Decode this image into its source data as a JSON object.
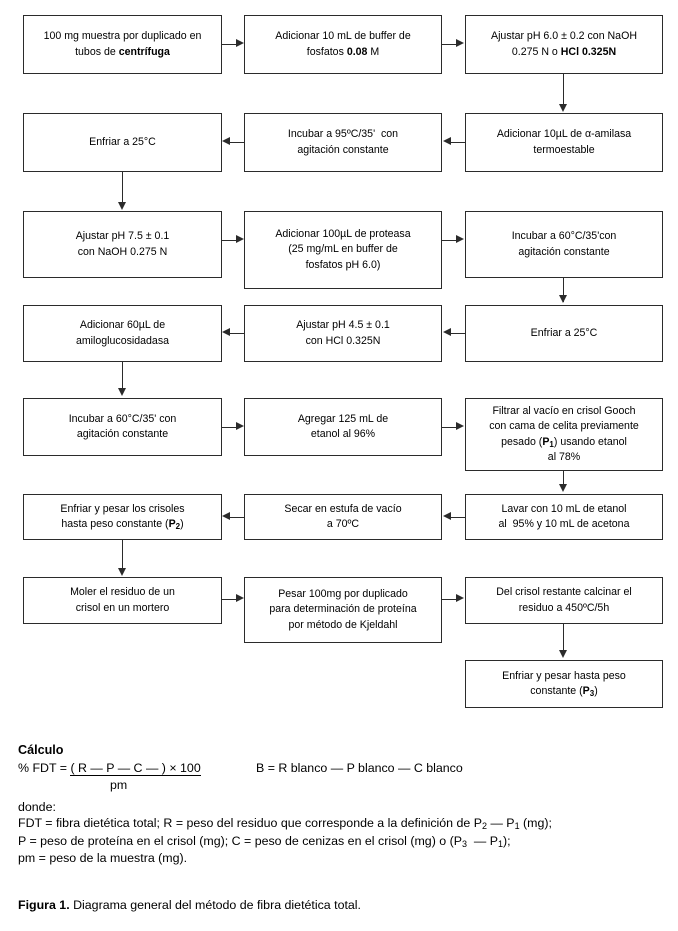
{
  "figure": {
    "caption_label": "Figura 1.",
    "caption_text": " Diagrama general del método de fibra dietética total."
  },
  "flowchart": {
    "type": "process-flowchart",
    "layout": "serpentine 3-column",
    "box_border_color": "#2b2b2b",
    "background_color": "#ffffff",
    "nodes": [
      {
        "id": "n1",
        "row": 1,
        "col": 1,
        "text": "100 mg muestra por duplicado en tubos de centrífuga",
        "bold_parts": [
          "centrífuga"
        ]
      },
      {
        "id": "n2",
        "row": 1,
        "col": 2,
        "text": "Adicionar 10 mL de buffer de fosfatos 0.08 M",
        "bold_parts": [
          "0.08"
        ]
      },
      {
        "id": "n3",
        "row": 1,
        "col": 3,
        "text": "Ajustar pH 6.0 ± 0.2 con NaOH 0.275 N o HCl 0.325N",
        "bold_parts": [
          "HCl 0.325N"
        ]
      },
      {
        "id": "n4",
        "row": 2,
        "col": 3,
        "text": "Adicionar 10µL de α-amilasa termoestable",
        "bold_parts": []
      },
      {
        "id": "n5",
        "row": 2,
        "col": 2,
        "text": "Incubar a 95ºC/35' con agitación constante",
        "bold_parts": []
      },
      {
        "id": "n6",
        "row": 2,
        "col": 1,
        "text": "Enfriar a 25°C",
        "bold_parts": []
      },
      {
        "id": "n7",
        "row": 3,
        "col": 1,
        "text": "Ajustar pH 7.5 ± 0.1 con NaOH 0.275 N",
        "bold_parts": []
      },
      {
        "id": "n8",
        "row": 3,
        "col": 2,
        "text": "Adicionar 100µL de proteasa (25 mg/mL en buffer de fosfatos pH 6.0)",
        "bold_parts": []
      },
      {
        "id": "n9",
        "row": 3,
        "col": 3,
        "text": "Incubar a 60°C/35'con agitación constante",
        "bold_parts": []
      },
      {
        "id": "n10",
        "row": 4,
        "col": 3,
        "text": "Enfriar a 25°C",
        "bold_parts": []
      },
      {
        "id": "n11",
        "row": 4,
        "col": 2,
        "text": "Ajustar pH 4.5 ± 0.1 con HCl 0.325N",
        "bold_parts": []
      },
      {
        "id": "n12",
        "row": 4,
        "col": 1,
        "text": "Adicionar 60µL de amiloglucosidadasa",
        "bold_parts": []
      },
      {
        "id": "n13",
        "row": 5,
        "col": 1,
        "text": "Incubar a 60°C/35' con agitación constante",
        "bold_parts": []
      },
      {
        "id": "n14",
        "row": 5,
        "col": 2,
        "text": "Agregar 125 mL de etanol al 96%",
        "bold_parts": []
      },
      {
        "id": "n15",
        "row": 5,
        "col": 3,
        "text": "Filtrar al vacío en crisol Gooch con cama de celita previamente pesado (P1) usando etanol al 78%",
        "bold_parts": [
          "P1"
        ]
      },
      {
        "id": "n16",
        "row": 6,
        "col": 3,
        "text": "Lavar con 10 mL de etanol al  95% y 10 mL de acetona",
        "bold_parts": []
      },
      {
        "id": "n17",
        "row": 6,
        "col": 2,
        "text": "Secar en estufa de vacío a 70ºC",
        "bold_parts": []
      },
      {
        "id": "n18",
        "row": 6,
        "col": 1,
        "text": "Enfriar y pesar los crisoles hasta peso constante (P2)",
        "bold_parts": [
          "P2"
        ]
      },
      {
        "id": "n19",
        "row": 7,
        "col": 1,
        "text": "Moler el residuo de un crisol en un mortero",
        "bold_parts": []
      },
      {
        "id": "n20",
        "row": 7,
        "col": 2,
        "text": "Pesar 100mg por duplicado para determinación de proteína por método de Kjeldahl",
        "bold_parts": []
      },
      {
        "id": "n21",
        "row": 7,
        "col": 3,
        "text": "Del crisol restante calcinar el residuo a 450ºC/5h",
        "bold_parts": []
      },
      {
        "id": "n22",
        "row": 8,
        "col": 3,
        "text": "Enfriar y pesar hasta peso constante (P3)",
        "bold_parts": [
          "P3"
        ]
      }
    ]
  },
  "calculation": {
    "heading": "Cálculo",
    "formula_lhs": "% FDT = ",
    "formula_numerator": "( R — P — C — ) × 100",
    "formula_denominator": "pm",
    "blank_formula": "B = R blanco — P blanco — C blanco",
    "donde_label": "donde:",
    "legend": [
      "FDT = fibra dietética total; R = peso del residuo que corresponde a la definición de P2 — P1 (mg);",
      "P = peso de proteína en el crisol (mg); C = peso de cenizas en el crisol (mg) o (P3  — P1);",
      "pm = peso de la muestra (mg)."
    ]
  }
}
